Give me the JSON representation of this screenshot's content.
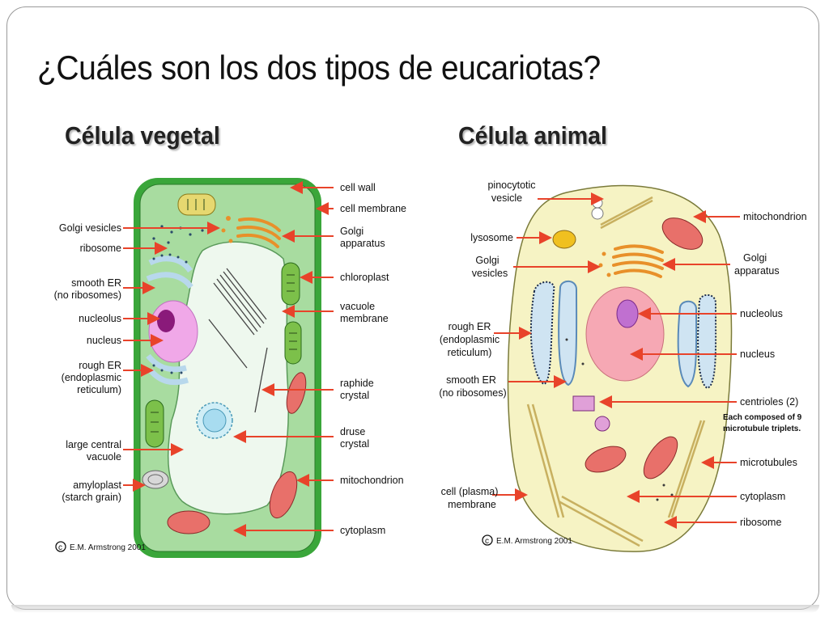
{
  "slide": {
    "title": "¿Cuáles son los dos tipos de eucariotas?",
    "plant_heading": "Célula vegetal",
    "animal_heading": "Célula animal"
  },
  "plant": {
    "labels_right": [
      "cell wall",
      "cell membrane",
      "Golgi",
      "apparatus",
      "chloroplast",
      "vacuole",
      "membrane",
      "raphide",
      "crystal",
      "druse",
      "crystal",
      "mitochondrion",
      "cytoplasm"
    ],
    "labels_left": [
      "Golgi vesicles",
      "ribosome",
      "smooth ER",
      "(no ribosomes)",
      "nucleolus",
      "nucleus",
      "rough ER",
      "(endoplasmic",
      "reticulum)",
      "large central",
      "vacuole",
      "amyloplast",
      "(starch grain)"
    ],
    "copyright": "E.M. Armstrong 2001"
  },
  "animal": {
    "labels_left": [
      "pinocytotic",
      "vesicle",
      "lysosome",
      "Golgi",
      "vesicles",
      "rough ER",
      "(endoplasmic",
      "reticulum)",
      "smooth ER",
      "(no ribosomes)",
      "cell (plasma)",
      "membrane"
    ],
    "labels_right": [
      "mitochondrion",
      "Golgi",
      "apparatus",
      "nucleolus",
      "nucleus",
      "centrioles (2)",
      "microtubules",
      "cytoplasm",
      "ribosome"
    ],
    "note": [
      "Each composed of 9",
      "microtubule triplets."
    ],
    "copyright": "E.M. Armstrong 2001"
  },
  "colors": {
    "arrow": "#e8432a",
    "plant_wall": "#3aa63a",
    "plant_cytoplasm": "#a8dca0",
    "vacuole": "#eef8ee",
    "nucleus": "#f0a8e8",
    "nucleolus": "#8a1a7a",
    "animal_cytoplasm": "#f6f3c4",
    "animal_nucleus": "#f6a8b4",
    "animal_nucleolus": "#c070d0",
    "mitochondrion": "#e8706a",
    "golgi": "#f0a040",
    "er": "#b8d8ec"
  }
}
